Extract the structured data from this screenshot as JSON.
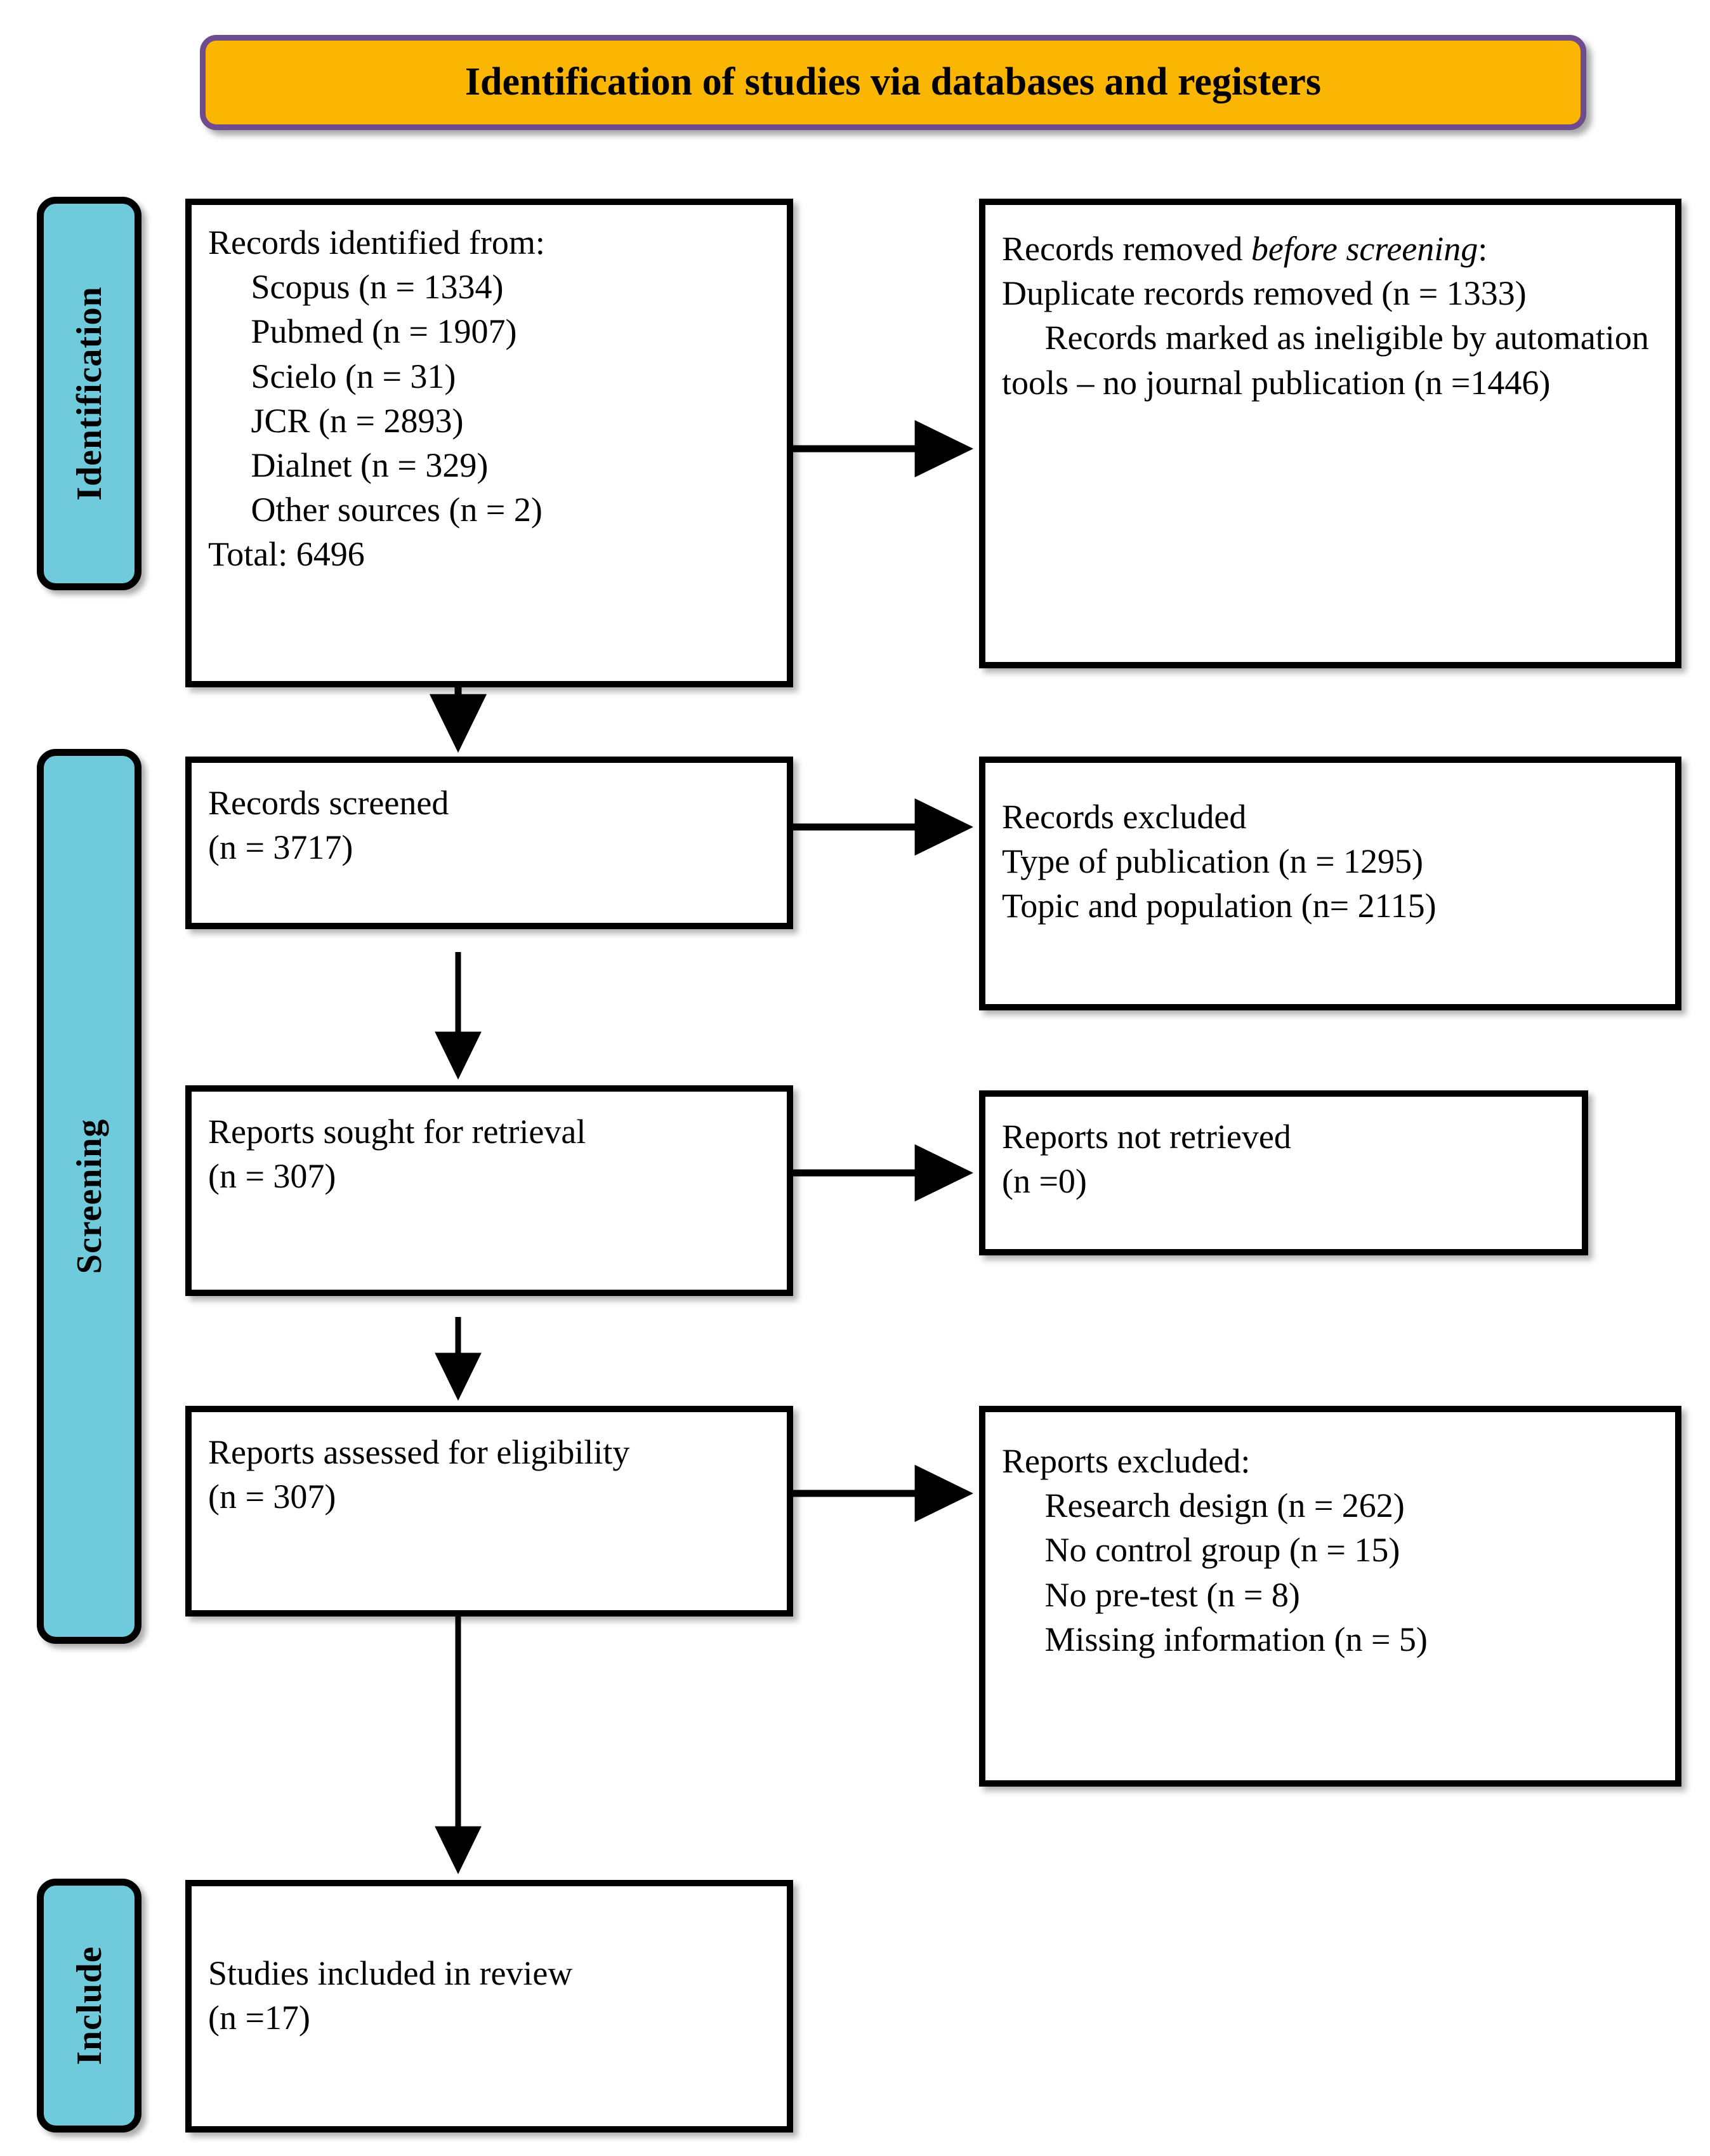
{
  "header": {
    "title": "Identification of studies via databases and registers",
    "background_color": "#FBB603",
    "border_color": "#6F4C8E"
  },
  "stages": [
    {
      "id": "identification",
      "label": "Identification",
      "color": "#6FCBDC"
    },
    {
      "id": "screening",
      "label": "Screening",
      "color": "#6FCBDC"
    },
    {
      "id": "include",
      "label": "Include",
      "color": "#6FCBDC"
    }
  ],
  "boxes": {
    "identified": {
      "title": "Records identified from:",
      "sources": [
        {
          "name": "Scopus",
          "n": 1334,
          "text": "Scopus (n = 1334)"
        },
        {
          "name": "Pubmed",
          "n": 1907,
          "text": "Pubmed (n = 1907)"
        },
        {
          "name": "Scielo",
          "n": 31,
          "text": "Scielo (n = 31)"
        },
        {
          "name": "JCR",
          "n": 2893,
          "text": "JCR (n = 2893)"
        },
        {
          "name": "Dialnet",
          "n": 329,
          "text": "Dialnet (n = 329)"
        },
        {
          "name": "Other sources",
          "n": 2,
          "text": "Other sources (n = 2)"
        }
      ],
      "total_label": "Total: 6496",
      "total": 6496
    },
    "removed_before_screening": {
      "title_part1": "Records removed ",
      "title_italic": "before screening",
      "title_part2": ":",
      "items": [
        {
          "text": "Duplicate records removed (n = 1333)",
          "n": 1333
        },
        {
          "text": "Records marked as ineligible by automation tools – no journal publication (n =1446)",
          "n": 1446
        }
      ]
    },
    "screened": {
      "title": "Records screened",
      "count_label": "(n = 3717)",
      "n": 3717
    },
    "records_excluded": {
      "title": "Records excluded",
      "items": [
        {
          "text": "Type of publication (n = 1295)",
          "n": 1295
        },
        {
          "text": "Topic and population (n= 2115)",
          "n": 2115
        }
      ]
    },
    "sought": {
      "title": "Reports sought for retrieval",
      "count_label": "(n = 307)",
      "n": 307
    },
    "not_retrieved": {
      "title": "Reports not retrieved",
      "count_label": "(n =0)",
      "n": 0
    },
    "assessed": {
      "title": "Reports assessed for eligibility",
      "count_label": "(n = 307)",
      "n": 307
    },
    "reports_excluded": {
      "title": "Reports excluded:",
      "items": [
        {
          "text": "Research design (n = 262)",
          "n": 262
        },
        {
          "text": "No control group (n = 15)",
          "n": 15
        },
        {
          "text": "No pre-test (n = 8)",
          "n": 8
        },
        {
          "text": "Missing information (n = 5)",
          "n": 5
        }
      ]
    },
    "included": {
      "title": "Studies included in review",
      "count_label": "(n =17)",
      "n": 17
    }
  },
  "text": {
    "identified_block": "Records identified from:\n     Scopus (n = 1334)\n     Pubmed (n = 1907)\n     Scielo (n = 31)\n     JCR (n = 2893)\n     Dialnet (n = 329)\n     Other sources (n = 2)\nTotal: 6496",
    "removed_lines_block": "     Duplicate records removed (n = 1333)\n     Records marked as ineligible by automation tools – no journal publication (n =1446)",
    "screened_block": "Records screened\n(n = 3717)",
    "records_excluded_block": "Records excluded\nType of publication (n = 1295)\nTopic and population (n= 2115)",
    "sought_block": "Reports sought for retrieval\n(n = 307)",
    "not_retrieved_block": "Reports not retrieved\n(n =0)",
    "assessed_block": "Reports assessed for eligibility\n(n = 307)",
    "reports_excluded_block": "Reports excluded:\n     Research design (n = 262)\n     No control group (n = 15)\n     No pre-test (n = 8)\n     Missing information (n = 5)",
    "included_block": "Studies included in review\n(n =17)"
  }
}
